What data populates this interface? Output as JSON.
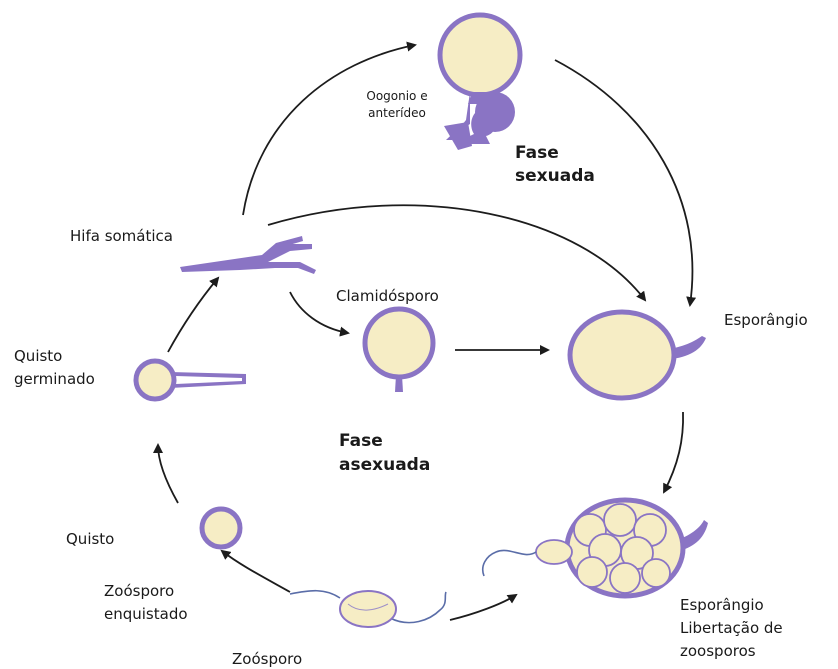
{
  "labels": {
    "oogonio": [
      "Oogonio e",
      "anterídeo"
    ],
    "fase_sexuada": [
      "Fase",
      "sexuada"
    ],
    "hifa": "Hifa somática",
    "clamidosporo": "Clamidósporo",
    "esporangio": "Esporângio",
    "quisto_germinado": [
      "Quisto",
      "germinado"
    ],
    "fase_asexuada": [
      "Fase",
      "asexuada"
    ],
    "quisto": "Quisto",
    "zoosporo_enquistado": [
      "Zoósporo",
      "enquistado"
    ],
    "zoosporo": "Zoósporo",
    "esporangio_libertacao": [
      "Esporângio",
      "Libertação de",
      "zoosporos"
    ]
  },
  "colors": {
    "cell_wall": "#8a74c4",
    "cytoplasm": "#f6edc5",
    "arrow": "#1c1c1c",
    "text": "#1a1a1a"
  }
}
